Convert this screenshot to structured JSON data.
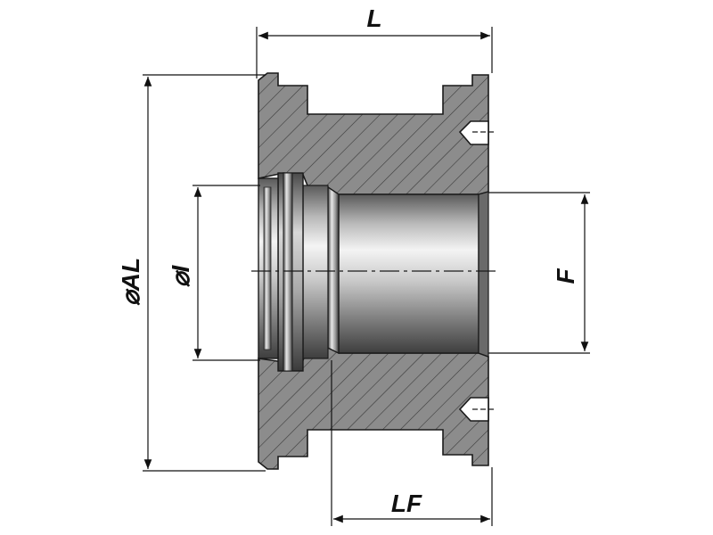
{
  "dimensions": {
    "length": "L",
    "outer_diameter": "⌀AL",
    "inner_diameter": "⌀I",
    "thread_diameter": "F",
    "thread_length": "LF"
  },
  "colors": {
    "section": "#8a8a8a",
    "hatch": "#3a3a3a",
    "outline": "#1a1a1a",
    "bore_light": "#f2f2f2",
    "bore_dark": "#4a4a4a"
  }
}
